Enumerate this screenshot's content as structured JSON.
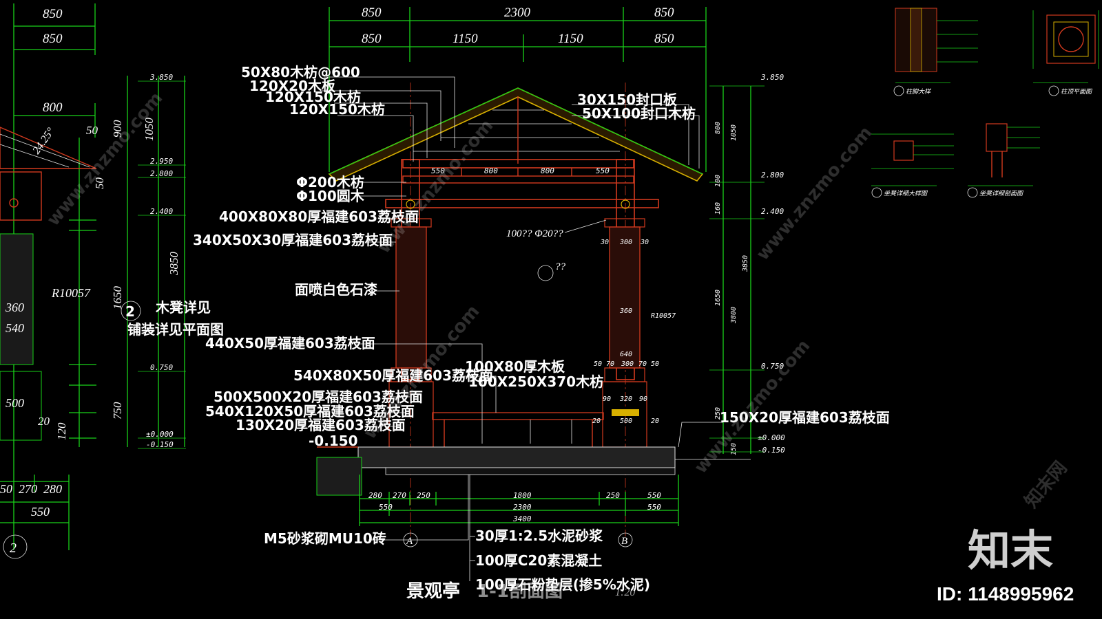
{
  "drawing": {
    "title": "景观亭",
    "title_suffix": "1-1剖面图",
    "scale": "1:20",
    "top_dims_left": [
      "850",
      "850"
    ],
    "top_dims_center_overall": [
      "850",
      "2300",
      "850"
    ],
    "top_dims_center": [
      "850",
      "1150",
      "1150",
      "850"
    ],
    "bottom_dims_row1": [
      "280",
      "270",
      "250",
      "1800",
      "250",
      "550"
    ],
    "bottom_dims_row2": [
      "550",
      "2300",
      "550"
    ],
    "bottom_dims_row3": "3400",
    "axis_a": "A",
    "axis_b": "B",
    "left_detail": {
      "dims_v": [
        "800",
        "50",
        "900",
        "1050",
        "50",
        "1650",
        "3850",
        "750"
      ],
      "labels": [
        "24.25°",
        "R10057",
        "360",
        "540",
        "500",
        "20",
        "120",
        "50",
        "270",
        "280",
        "550"
      ],
      "elev": [
        "3.850",
        "2.950",
        "2.800",
        "2.400",
        "0.750",
        "±0.000",
        "-0.150"
      ],
      "callout": "2",
      "callout_text1": "木凳详见",
      "callout_text2": "铺装详见平面图",
      "section_mark": "2"
    },
    "annotations_left": [
      "50X80木枋@600",
      "120X20木板",
      "120X150木枋",
      "120X150木枋",
      "Φ200木枋",
      "Φ100圆木",
      "400X80X80厚福建603荔枝面",
      "340X50X30厚福建603荔枝面",
      "面喷白色石漆",
      "440X50厚福建603荔枝面",
      "540X80X50厚福建603荔枝面",
      "500X500X20厚福建603荔枝面",
      "540X120X50厚福建603荔枝面",
      "130X20厚福建603荔枝面",
      "-0.150"
    ],
    "annotations_right": [
      "30X150封口板",
      "50X100封口木枋",
      "150X20厚福建603荔枝面"
    ],
    "annotations_center": [
      "100X80厚木板",
      "100X250X370木枋",
      "100?? Φ20??",
      "??"
    ],
    "annotations_bottom": [
      "M5砂浆砌MU10砖",
      "30厚1:2.5水泥砂浆",
      "100厚C20素混凝土",
      "100厚石粉垫层(掺5%水泥)"
    ],
    "beam_dims": [
      "550",
      "800",
      "800",
      "550"
    ],
    "col_dims": [
      "30",
      "300",
      "30",
      "360",
      "640",
      "50",
      "70",
      "300",
      "70",
      "50",
      "90",
      "320",
      "90",
      "20",
      "500",
      "20",
      "R10057"
    ],
    "right_elev": [
      "3.850",
      "2.800",
      "2.400",
      "0.750",
      "±0.000",
      "-0.150"
    ],
    "right_dims_v": [
      "800",
      "1050",
      "100",
      "160",
      "1650",
      "3850",
      "3800",
      "250",
      "150"
    ],
    "detail_labels": [
      "柱脚大样",
      "柱顶平面图",
      "坐凳详细大样图",
      "坐凳详细剖面图"
    ]
  },
  "watermark": {
    "brand": "知末",
    "site": "www.znzmo.com",
    "site_cn": "知末网",
    "id_text": "ID: 1148995962"
  },
  "colors": {
    "background": "#000000",
    "dim_green": "#19d219",
    "structure_red": "#d23a1e",
    "roof_yellow": "#d8b000",
    "text": "#ffffff"
  }
}
